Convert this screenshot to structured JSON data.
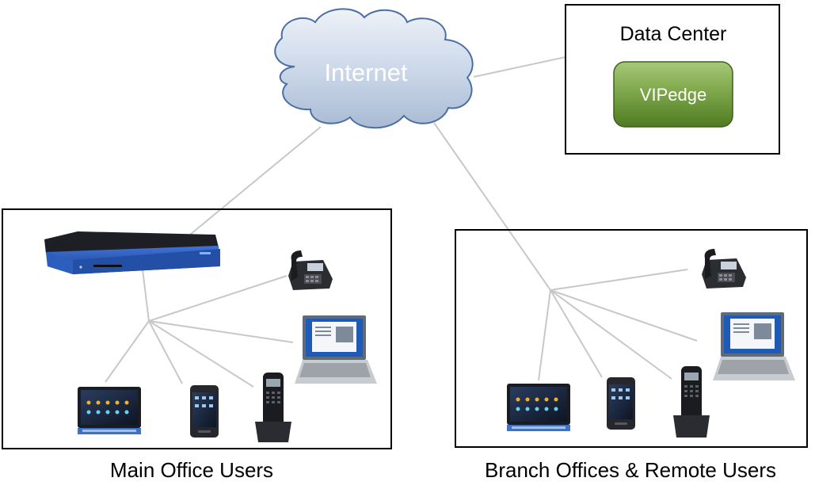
{
  "cloud": {
    "label": "Internet"
  },
  "data_center": {
    "title": "Data Center",
    "server_label": "VIPedge"
  },
  "main_office": {
    "caption": "Main Office Users"
  },
  "branch_office": {
    "caption": "Branch Offices & Remote Users"
  },
  "colors": {
    "cloud_fill": "#c6d3e6",
    "cloud_stroke": "#4a6fa5",
    "link_line": "#c8c8c8",
    "vipedge_green": "#6f9a3a",
    "router_blue": "#2a56b8"
  },
  "devices": {
    "main_office": [
      "router-icon",
      "desk-phone-icon",
      "laptop-icon",
      "tablet-icon",
      "smartphone-icon",
      "cordless-phone-icon"
    ],
    "branch_office": [
      "desk-phone-icon",
      "laptop-icon",
      "tablet-icon",
      "smartphone-icon",
      "cordless-phone-icon"
    ]
  }
}
